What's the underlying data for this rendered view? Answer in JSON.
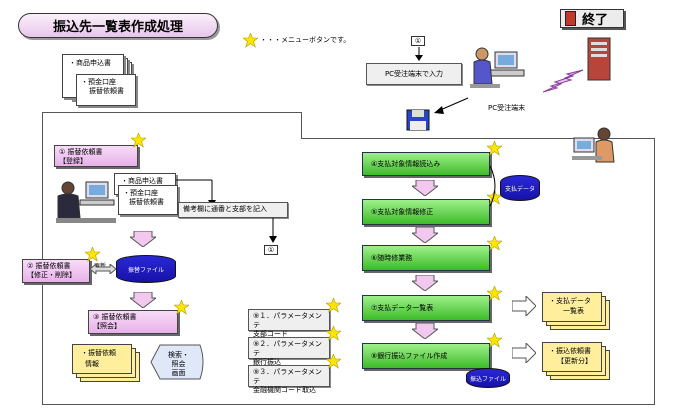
{
  "title": "振込先一覧表作成処理",
  "quit_label": "終了",
  "legend_text": "・・・メニューボタンです。",
  "top": {
    "order_forms": [
      "・商品申込書",
      "・預金口座",
      "振替依頼書"
    ],
    "circle_1": "①",
    "pc_input": "PC受注端末で入力",
    "pc_terminal": "PC受注端末"
  },
  "left": {
    "btn1": [
      "① 振替依頼書",
      "【登録】"
    ],
    "docs2": [
      "・商品申込書",
      "・預金口座",
      "振替依頼書"
    ],
    "remark": "備考欄に通番と支部を記入",
    "circle_1b": "①",
    "btn2": [
      "② 振替依頼書",
      "【修正・削除】"
    ],
    "update_label": "更新",
    "db_label": "振替ファイル",
    "btn3": [
      "③ 振替依頼書",
      "【照会】"
    ],
    "docs3": [
      "・振替依頼",
      "情報"
    ],
    "view_screen": [
      "検索・",
      "照会",
      "画面"
    ]
  },
  "center": {
    "param1": [
      "⑨１．パラメータメンテ",
      "支部コード"
    ],
    "param2": [
      "⑨２．パラメータメンテ",
      "銀行振込"
    ],
    "param3": [
      "⑨３．パラメータメンテ",
      "金融機関コード取込"
    ]
  },
  "right": {
    "g4": "④支払対象情報読込み",
    "g5": "⑤支払対象情報修正",
    "g6": "⑥随時修業務",
    "g7": "⑦支払データ一覧表",
    "g8": "⑧銀行振込ファイル作成",
    "db_pay": "支払データ",
    "db_transfer": "振込ファイル",
    "out1": [
      "・支払データ",
      "一覧表"
    ],
    "out2": [
      "・振込依頼書",
      "【更新分】"
    ]
  },
  "colors": {
    "green": "#3dbb27",
    "pink": "#e7b1e9",
    "db": "#1612a8"
  }
}
